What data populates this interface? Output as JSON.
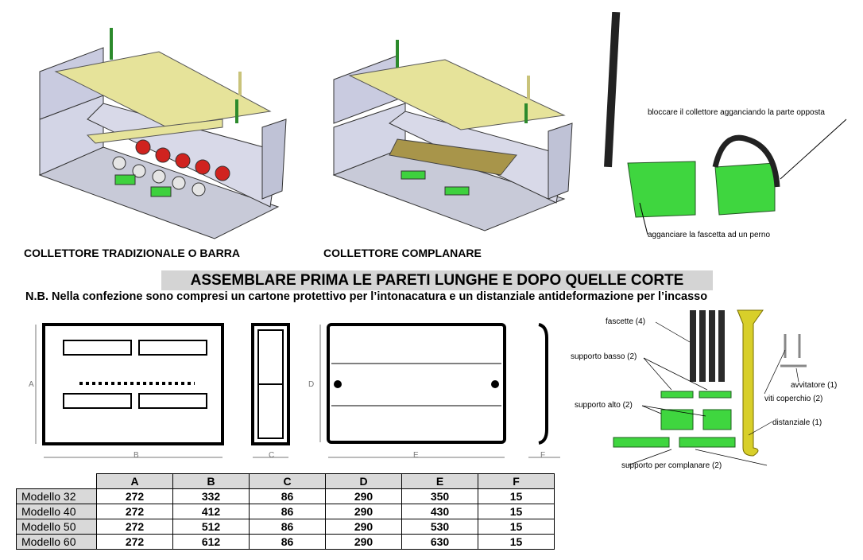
{
  "illustrations": {
    "caption_left": "COLLETTORE TRADIZIONALE O BARRA",
    "caption_middle": "COLLETTORE COMPLANARE",
    "note_top": "bloccare il collettore agganciando la parte opposta",
    "note_bottom": "agganciare la fascetta ad un perno"
  },
  "banner": "ASSEMBLARE PRIMA LE PARETI LUNGHE E DOPO QUELLE CORTE",
  "note": "N.B. Nella confezione sono compresi un cartone protettivo per l’intonacatura e un distanziale antideformazione per l’incasso",
  "drawing_dims": {
    "a": "A",
    "b": "B",
    "c": "C",
    "d": "D",
    "e": "E",
    "f": "F"
  },
  "parts": {
    "fascette": "fascette (4)",
    "supporto_basso": "supporto basso (2)",
    "supporto_alto": "supporto alto (2)",
    "supporto_complanare": "supporto per complanare (2)",
    "avvitatore": "avvitatore (1)",
    "viti": "viti coperchio (2)",
    "distanziale": "distanziale (1)"
  },
  "table": {
    "headers": [
      "A",
      "B",
      "C",
      "D",
      "E",
      "F"
    ],
    "rows": [
      {
        "name": "Modello 32",
        "values": [
          "272",
          "332",
          "86",
          "290",
          "350",
          "15"
        ]
      },
      {
        "name": "Modello 40",
        "values": [
          "272",
          "412",
          "86",
          "290",
          "430",
          "15"
        ]
      },
      {
        "name": "Modello 50",
        "values": [
          "272",
          "512",
          "86",
          "290",
          "530",
          "15"
        ]
      },
      {
        "name": "Modello 60",
        "values": [
          "272",
          "612",
          "86",
          "290",
          "630",
          "15"
        ]
      }
    ]
  }
}
